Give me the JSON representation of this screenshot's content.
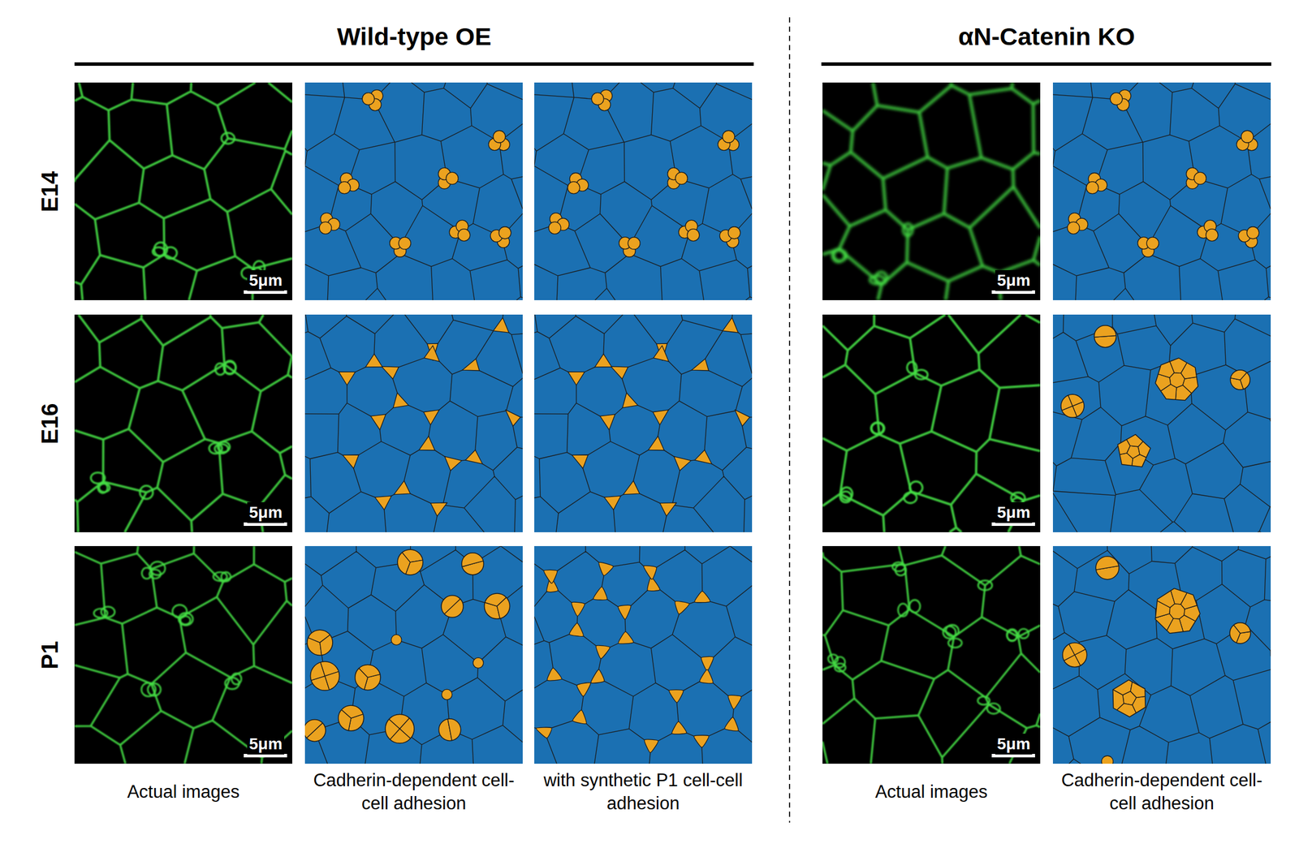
{
  "diagram": {
    "labels": [
      "Wild-type OE",
      "αN-Catenin KO",
      "E14",
      "E16",
      "P1",
      "5μm",
      "5μm",
      "5μm",
      "5μm",
      "5μm",
      "5μm",
      "Actual images",
      "Cadherin-dependent cell-cell adhesion",
      "with synthetic P1 cell-cell adhesion",
      "Actual images",
      "Cadherin-dependent cell-cell adhesion"
    ]
  }
}
